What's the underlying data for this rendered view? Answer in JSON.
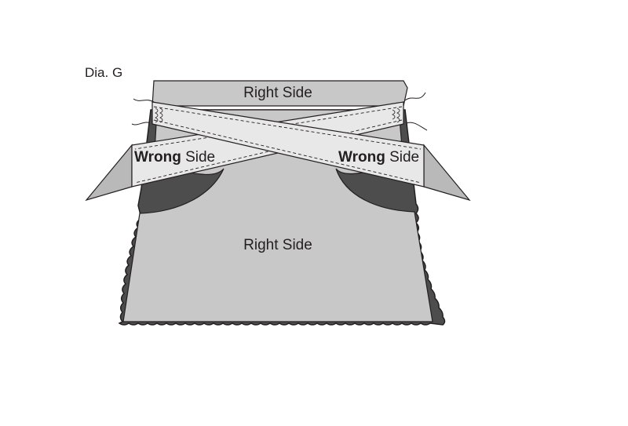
{
  "diagram": {
    "title": "Dia. G",
    "top_panel_label": "Right Side",
    "main_panel_label": "Right Side",
    "left_strap": {
      "bold": "Wrong",
      "rest": " Side"
    },
    "right_strap": {
      "bold": "Wrong",
      "rest": " Side"
    }
  },
  "colors": {
    "outline": "#231f20",
    "panel_gray": "#c8c8c8",
    "dark_lining": "#4d4d4d",
    "strap_light": "#e8e8e8",
    "wing_gray": "#b9b9b9"
  }
}
